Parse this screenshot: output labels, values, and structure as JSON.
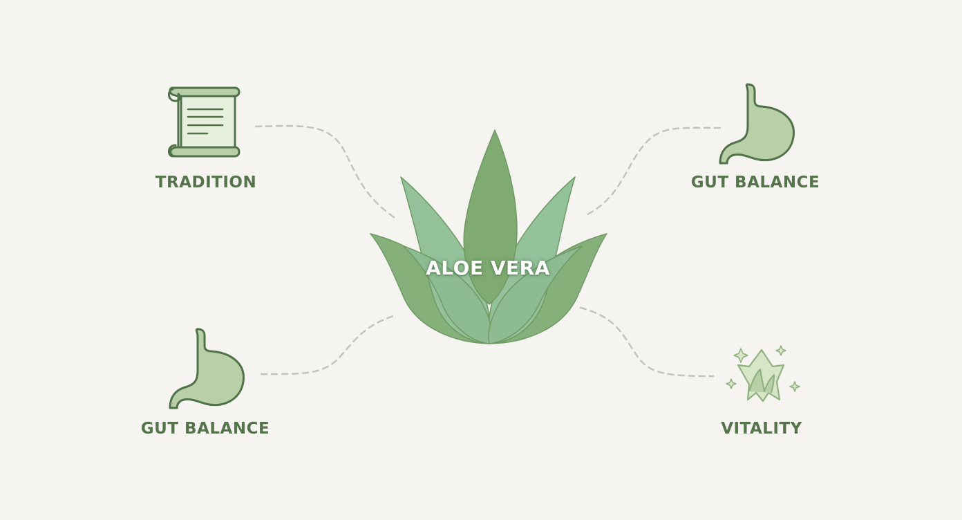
{
  "center": {
    "label": "ALOE VERA"
  },
  "nodes": [
    {
      "id": "top-left",
      "label": "TRADITION",
      "icon": "scroll-icon"
    },
    {
      "id": "top-right",
      "label": "GUT BALANCE",
      "icon": "stomach-icon"
    },
    {
      "id": "bottom-left",
      "label": "GUT BALANCE",
      "icon": "stomach-icon"
    },
    {
      "id": "bottom-right",
      "label": "VITALITY",
      "icon": "sparkle-crown-icon"
    }
  ],
  "colors": {
    "background": "#f5f4f1",
    "label_text": "#56744c",
    "icon_stroke": "#4f7248",
    "icon_fill": "#b9cfa8",
    "leaf_dark": "#7faa72",
    "leaf_light": "#93c19a",
    "connector": "#c3c3bd"
  }
}
